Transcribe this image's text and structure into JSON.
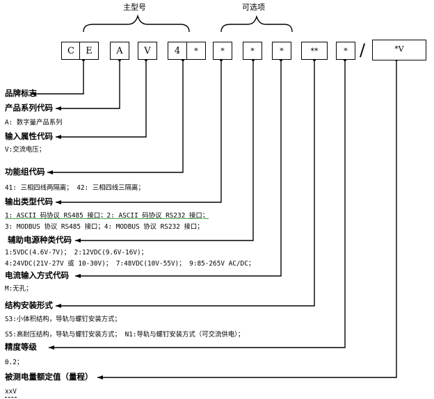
{
  "group_labels": {
    "main_model": "主型号",
    "options": "可选项"
  },
  "code_boxes": [
    {
      "id": "c",
      "text": "C"
    },
    {
      "id": "e",
      "text": "E"
    },
    {
      "id": "a",
      "text": "A"
    },
    {
      "id": "v",
      "text": "V"
    },
    {
      "id": "4",
      "text": "4"
    },
    {
      "id": "star1",
      "text": "*"
    },
    {
      "id": "star2",
      "text": "*"
    },
    {
      "id": "star3",
      "text": "*"
    },
    {
      "id": "star4",
      "text": "*"
    },
    {
      "id": "dstar",
      "text": "**"
    },
    {
      "id": "star5",
      "text": "*"
    },
    {
      "id": "range",
      "text": "*V"
    }
  ],
  "separator": "/",
  "fields": [
    {
      "heading": "品牌标志",
      "details": []
    },
    {
      "heading": "产品系列代码",
      "details": [
        "A: 数字量产品系列"
      ]
    },
    {
      "heading": "输入属性代码",
      "details": [
        "V:交流电压；"
      ]
    },
    {
      "heading": "功能组代码",
      "details": [
        "41: 三相四线两隔离； 42: 三相四线三隔离；"
      ]
    },
    {
      "heading": "输出类型代码",
      "details": [
        "1: ASCII 码协议 RS485 接口；2: ASCII 码协议 RS232 接口；",
        "3: MODBUS 协议 RS485 接口；4: MODBUS 协议 RS232 接口；"
      ]
    },
    {
      "heading": "辅助电源种类代码",
      "details": [
        "1:5VDC(4.6V-7V)；  2:12VDC(9.6V-16V)；",
        "4:24VDC(21V-27V 或 10-30V)； 7:48VDC(10V-55V)；  9:85-265V AC/DC；"
      ]
    },
    {
      "heading": "电流输入方式代码",
      "details": [
        "M:无孔；"
      ]
    },
    {
      "heading": "结构安装形式",
      "details": [
        "S3:小体积结构，导轨与螺钉安装方式；",
        "S5:高耐压结构，导轨与螺钉安装方式；  N1:导轨与螺钉安装方式（可交流供电）；"
      ]
    },
    {
      "heading": "精度等级",
      "details": [
        "0.2；"
      ]
    },
    {
      "heading": "被测电量额定值（量程）",
      "details": [
        "xxV"
      ]
    }
  ]
}
